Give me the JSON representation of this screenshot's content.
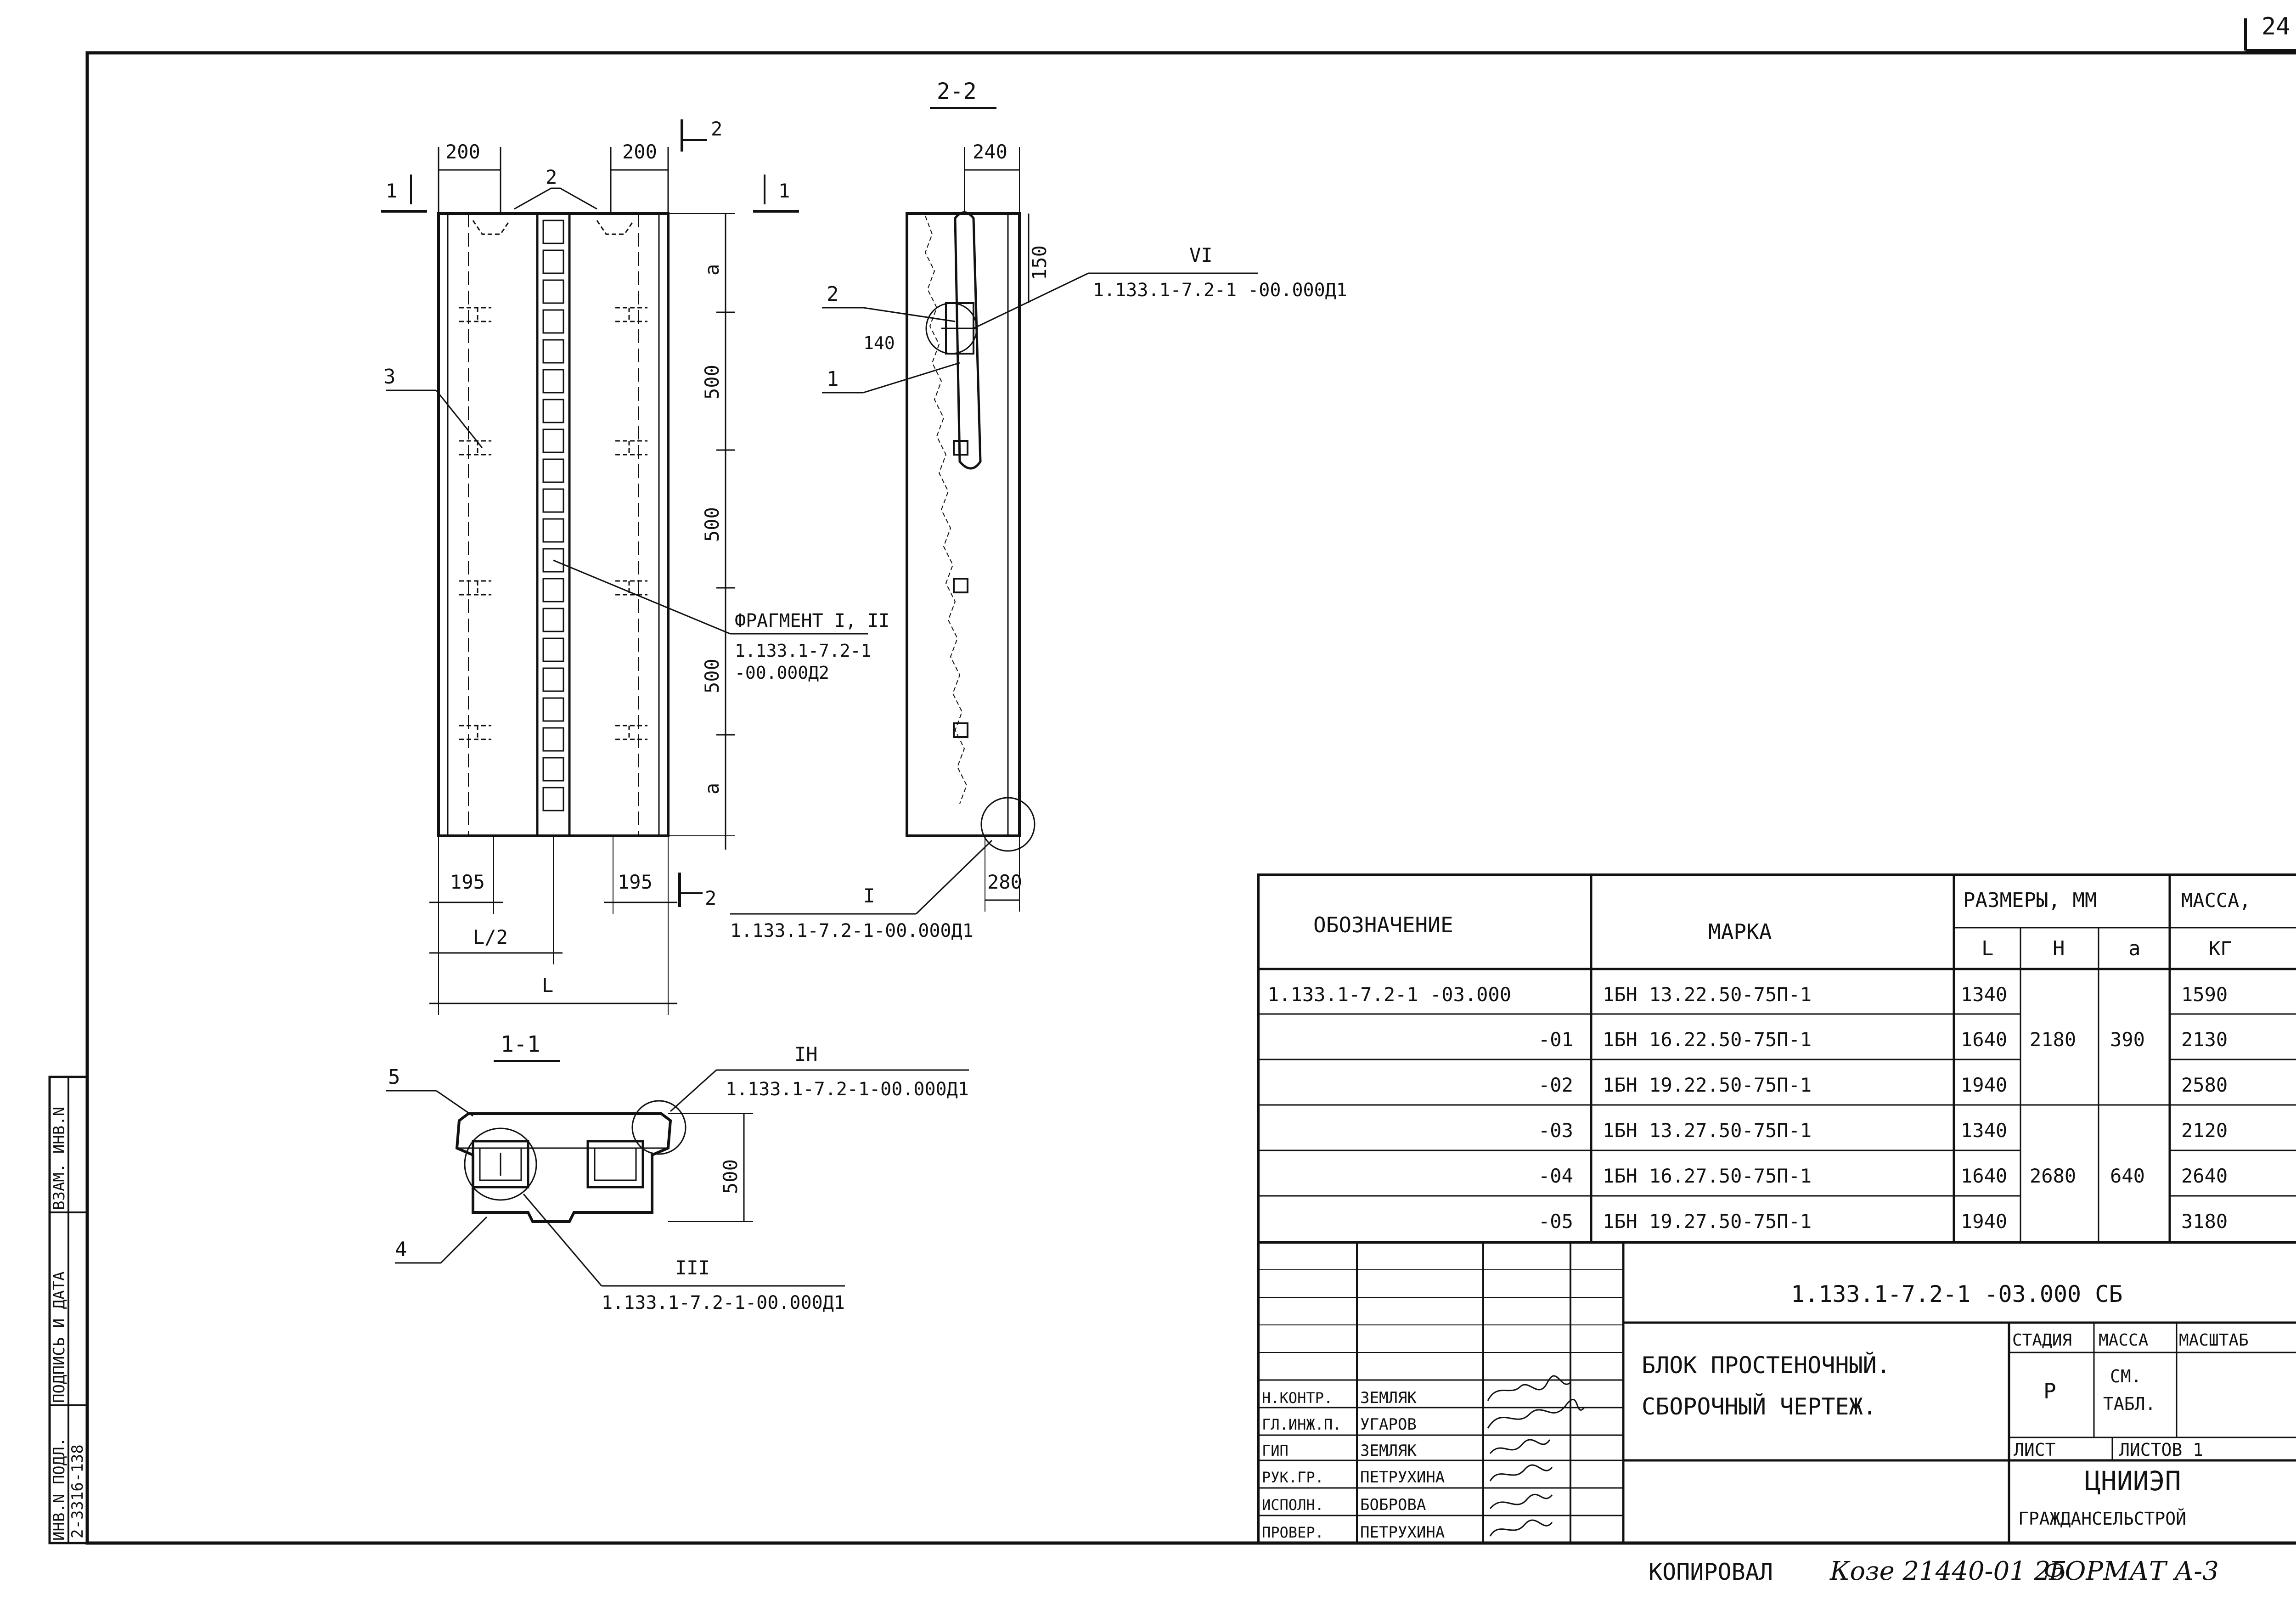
{
  "page_number": "24",
  "side_stamp": {
    "inv_label": "ИНВ.N ПОДЛ.",
    "inv_value": "2-3316-138",
    "sign_label": "ПОДПИСЬ И ДАТА",
    "vzam_label": "ВЗАМ. ИНВ.N"
  },
  "views": {
    "section_2_title": "2-2",
    "section_1_title": "1-1",
    "cut_1": "1",
    "cut_2": "2",
    "dims_front": {
      "d200_left": "200",
      "d200_right": "200",
      "d2": "2",
      "d195_left": "195",
      "d195_right": "195",
      "half_l": "L/2",
      "l": "L",
      "a_top": "a",
      "d500_1": "500",
      "d500_2": "500",
      "d500_3": "500",
      "a_bottom": "a"
    },
    "dims_side": {
      "d240": "240",
      "d150": "150",
      "d140": "140",
      "d280": "280"
    },
    "dim_section_500": "500",
    "leaders": {
      "pos_1": "1",
      "pos_2": "2",
      "pos_3": "3",
      "pos_4": "4",
      "pos_5": "5",
      "vi_label": "VI",
      "vi_ref": "1.133.1-7.2-1 -00.000Д1",
      "frag_label": "ФРАГМЕНТ I, II",
      "frag_ref_1": "1.133.1-7.2-1",
      "frag_ref_2": "-00.000Д2",
      "i_label": "I",
      "i_ref": "1.133.1-7.2-1-00.000Д1",
      "in_label": "IН",
      "in_ref": "1.133.1-7.2-1-00.000Д1",
      "iii_label": "III",
      "iii_ref": "1.133.1-7.2-1-00.000Д1"
    }
  },
  "spec_table": {
    "headers": {
      "designation": "ОБОЗНАЧЕНИЕ",
      "mark": "МАРКА",
      "sizes": "РАЗМЕРЫ, ММ",
      "mass": "МАССА,",
      "mass_unit": "КГ",
      "l": "L",
      "h": "Н",
      "a": "а"
    },
    "rows": [
      {
        "designation": "1.133.1-7.2-1 -03.000",
        "mark": "1БН 13.22.50-75П-1",
        "l": "1340",
        "h": "",
        "a": "",
        "mass": "1590"
      },
      {
        "designation": "-01",
        "mark": "1БН 16.22.50-75П-1",
        "l": "1640",
        "h": "2180",
        "a": "390",
        "mass": "2130"
      },
      {
        "designation": "-02",
        "mark": "1БН 19.22.50-75П-1",
        "l": "1940",
        "h": "",
        "a": "",
        "mass": "2580"
      },
      {
        "designation": "-03",
        "mark": "1БН 13.27.50-75П-1",
        "l": "1340",
        "h": "",
        "a": "",
        "mass": "2120"
      },
      {
        "designation": "-04",
        "mark": "1БН 16.27.50-75П-1",
        "l": "1640",
        "h": "2680",
        "a": "640",
        "mass": "2640"
      },
      {
        "designation": "-05",
        "mark": "1БН 19.27.50-75П-1",
        "l": "1940",
        "h": "",
        "a": "",
        "mass": "3180"
      }
    ]
  },
  "title_block": {
    "doc_code": "1.133.1-7.2-1 -03.000 СБ",
    "name_line1": "БЛОК ПРОСТЕНОЧНЫЙ.",
    "name_line2": "СБОРОЧНЫЙ ЧЕРТЕЖ.",
    "stage_header": "СТАДИЯ",
    "mass_header": "МАССА",
    "scale_header": "МАСШТАБ",
    "stage_value": "Р",
    "mass_value_1": "СМ.",
    "mass_value_2": "ТАБЛ.",
    "sheet_label": "ЛИСТ",
    "sheets_label": "ЛИСТОВ 1",
    "org_name": "ЦНИИЭП",
    "org_sub": "ГРАЖДАНСЕЛЬСТРОЙ",
    "staff": [
      {
        "role": "Н.КОНТР.",
        "name": "ЗЕМЛЯК"
      },
      {
        "role": "ГЛ.ИНЖ.П.",
        "name": "УГАРОВ"
      },
      {
        "role": "ГИП",
        "name": "ЗЕМЛЯК"
      },
      {
        "role": "РУК.ГР.",
        "name": "ПЕТРУХИНА"
      },
      {
        "role": "ИСПОЛН.",
        "name": "БОБРОВА"
      },
      {
        "role": "ПРОВЕР.",
        "name": "ПЕТРУХИНА"
      }
    ]
  },
  "footer": {
    "copied": "КОПИРОВАЛ",
    "order": "Козе 21440-01 25",
    "format": "ФОРМАТ А-3"
  }
}
